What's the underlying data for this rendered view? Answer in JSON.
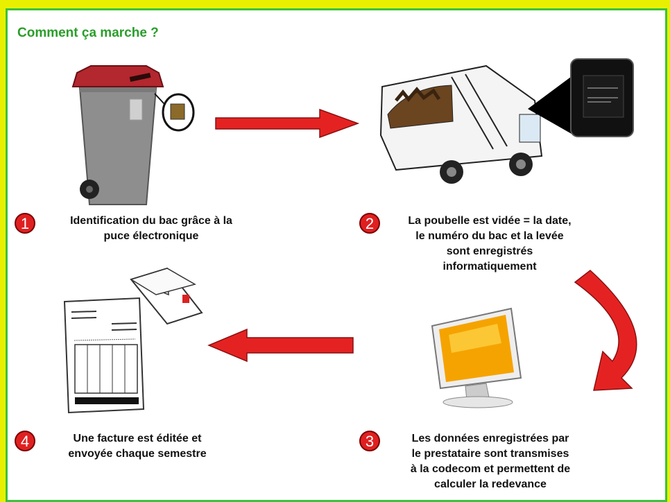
{
  "title": "Comment ça marche ?",
  "colors": {
    "background": "#e8f000",
    "border": "#3cc23c",
    "title": "#2a9e2a",
    "arrow": "#e52222",
    "bin_lid": "#b3272e",
    "bin_body": "#8e8e8e"
  },
  "steps": [
    {
      "number": "1",
      "text_lines": [
        "Identification du bac grâce à la",
        "puce électronique"
      ],
      "icon": "trash-bin-with-chip-icon"
    },
    {
      "number": "2",
      "text_lines": [
        "La poubelle est vidée = la date,",
        "le numéro du bac et la levée",
        "sont enregistrés",
        "informatiquement"
      ],
      "icon": "garbage-truck-with-chip-icon"
    },
    {
      "number": "3",
      "text_lines": [
        "Les données enregistrées par",
        "le prestataire sont transmises",
        "à la codecom et permettent de",
        "calculer la redevance"
      ],
      "icon": "computer-monitor-icon"
    },
    {
      "number": "4",
      "text_lines": [
        "Une facture est éditée et",
        "envoyée chaque semestre"
      ],
      "icon": "invoice-envelope-icon"
    }
  ]
}
